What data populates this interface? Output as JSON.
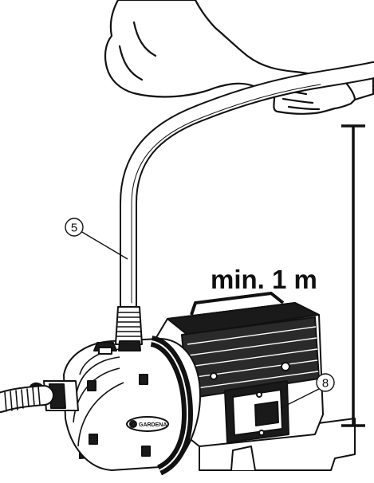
{
  "diagram": {
    "callouts": [
      {
        "id": "hose-callout",
        "label": "5"
      },
      {
        "id": "switch-callout",
        "label": "8"
      }
    ],
    "dimension": {
      "label": "min. 1 m"
    },
    "brand_mark": "GARDENA",
    "colors": {
      "line": "#111111",
      "fill": "#ffffff",
      "dark": "#1a1a1a",
      "mid": "#3a3a3a"
    }
  }
}
